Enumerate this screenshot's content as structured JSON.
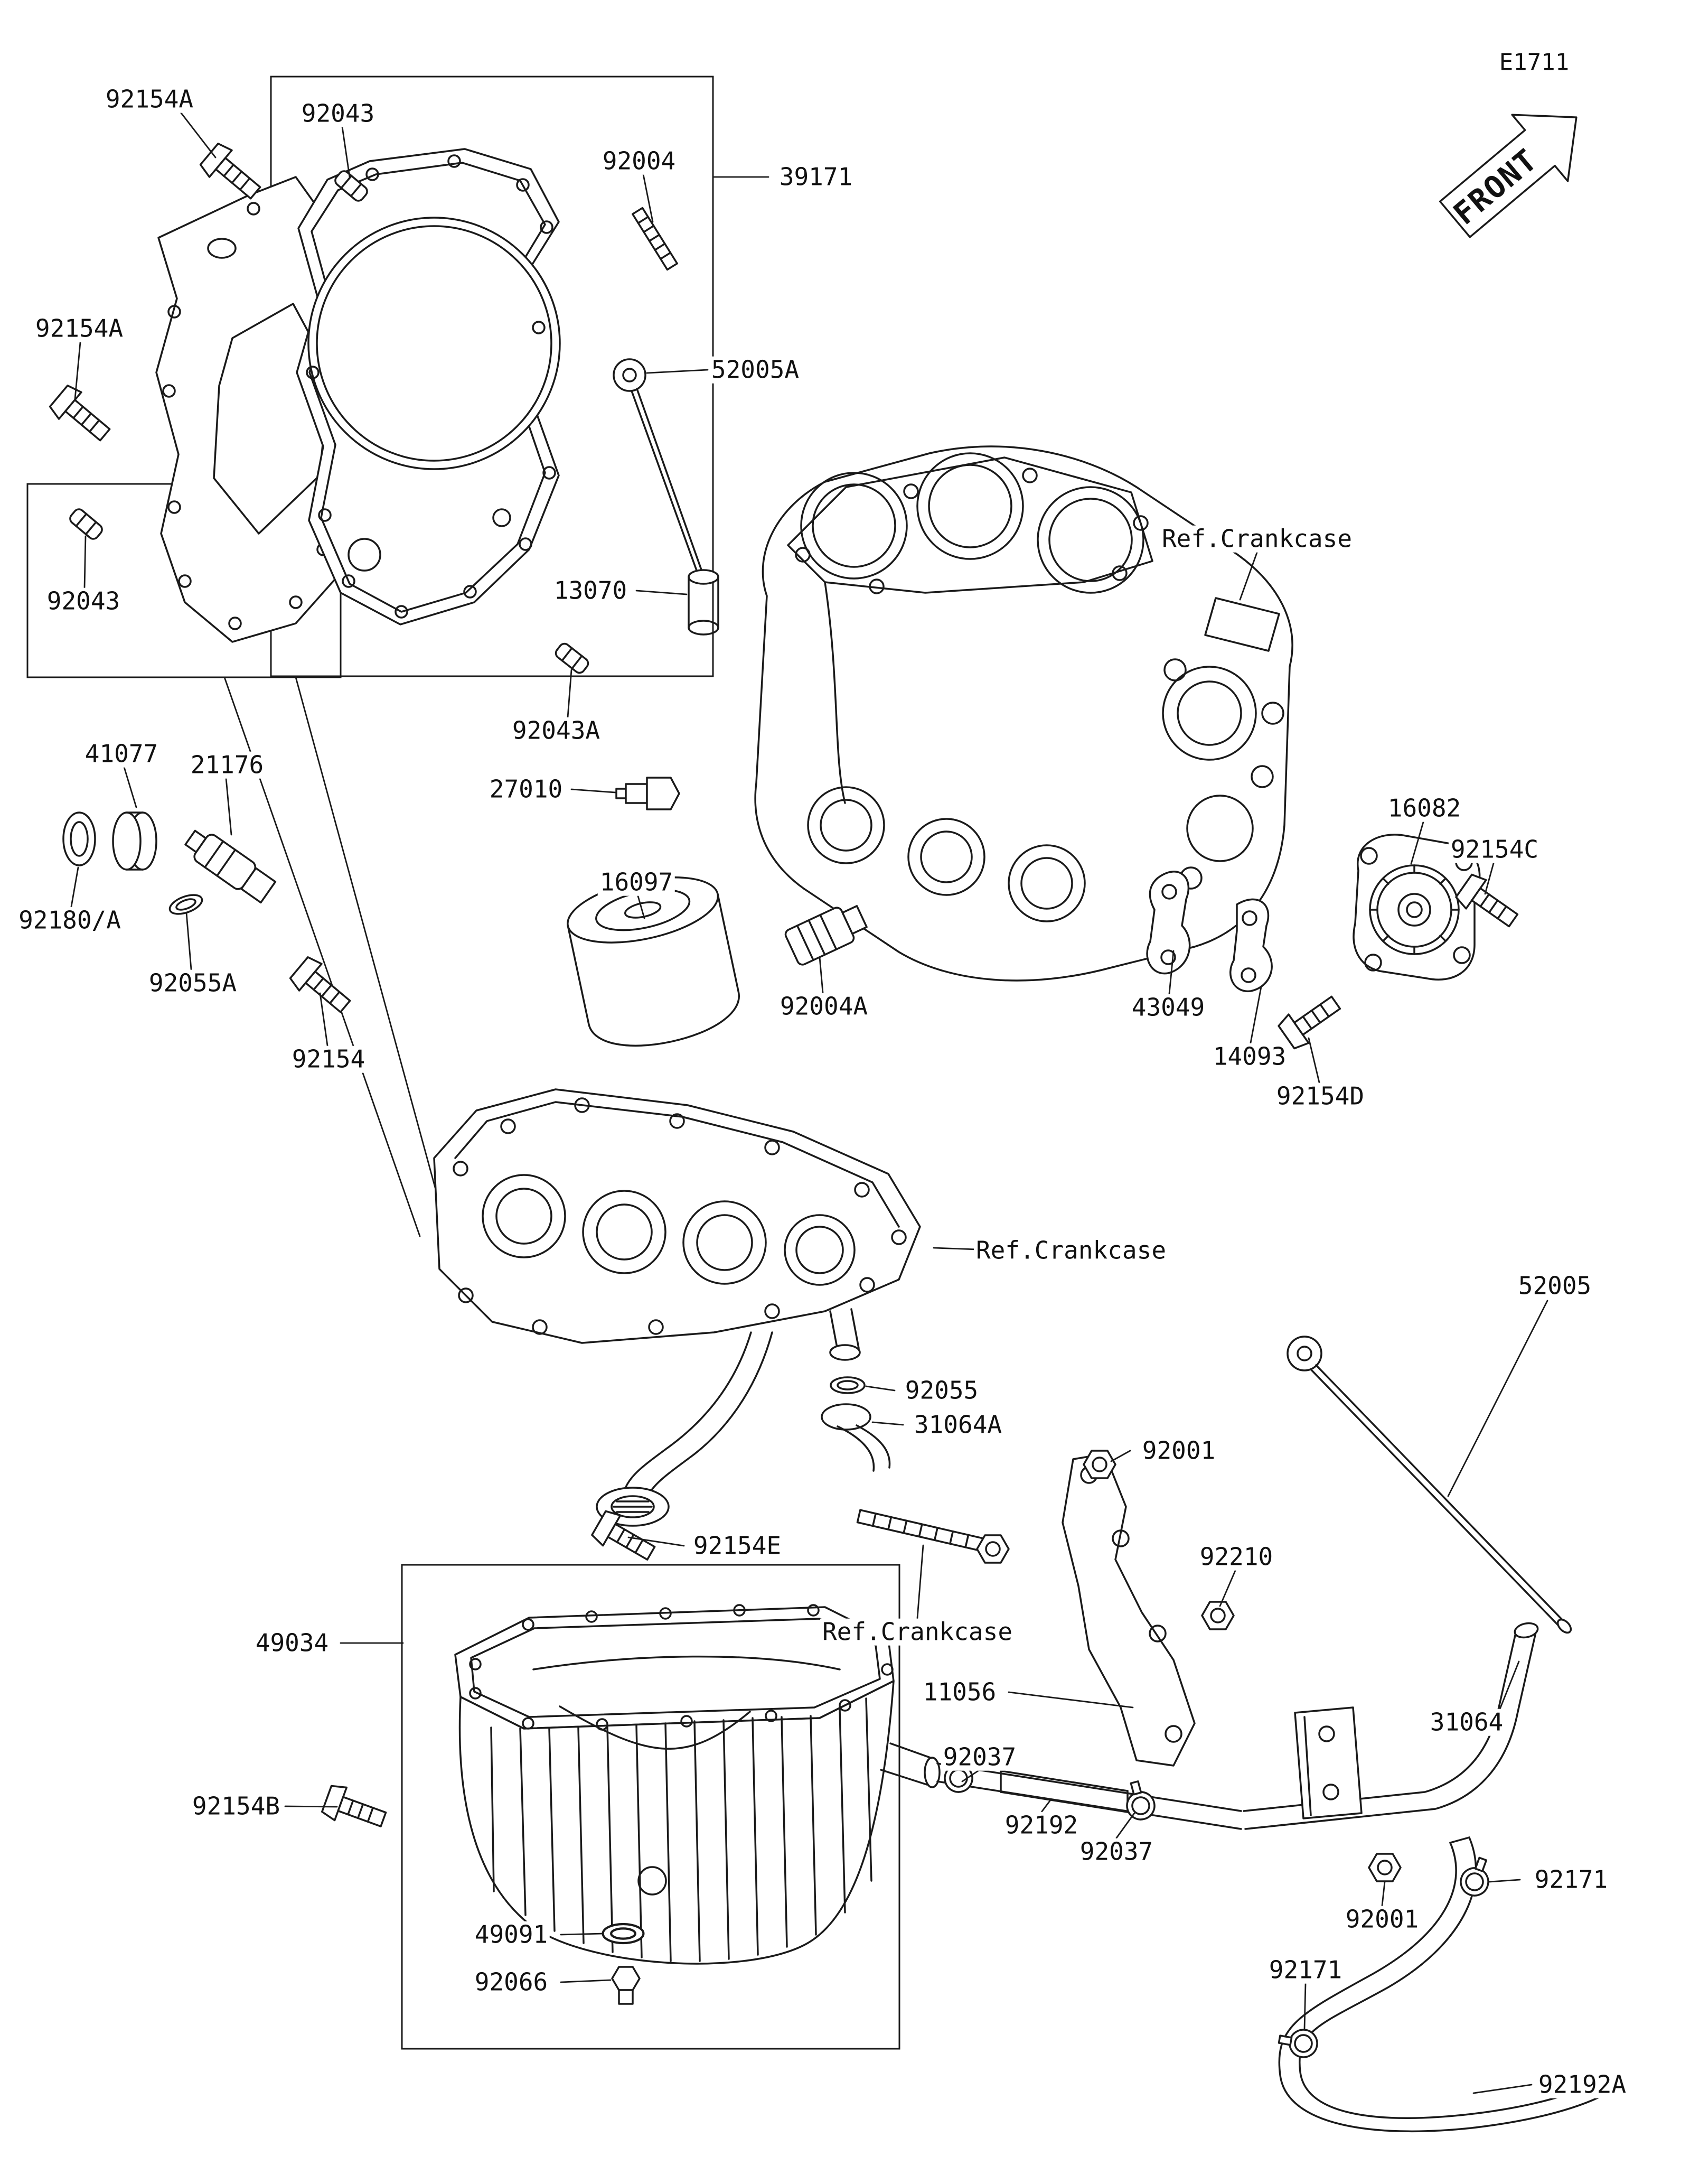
{
  "diagram": {
    "code": "E1711",
    "front": "FRONT",
    "ink_color": "#1a1a1a",
    "background_color": "#ffffff"
  },
  "labels": [
    {
      "text": "92154A"
    },
    {
      "text": "92043"
    },
    {
      "text": "92004"
    },
    {
      "text": "39171"
    },
    {
      "text": "92154A"
    },
    {
      "text": "52005A"
    },
    {
      "text": "92043"
    },
    {
      "text": "Ref.Crankcase"
    },
    {
      "text": "13070"
    },
    {
      "text": "92043A"
    },
    {
      "text": "27010"
    },
    {
      "text": "41077"
    },
    {
      "text": "21176"
    },
    {
      "text": "92180/A"
    },
    {
      "text": "92055A"
    },
    {
      "text": "16097"
    },
    {
      "text": "92004A"
    },
    {
      "text": "16082"
    },
    {
      "text": "92154C"
    },
    {
      "text": "43049"
    },
    {
      "text": "14093"
    },
    {
      "text": "92154D"
    },
    {
      "text": "92154"
    },
    {
      "text": "Ref.Crankcase"
    },
    {
      "text": "52005"
    },
    {
      "text": "92055"
    },
    {
      "text": "31064A"
    },
    {
      "text": "92001"
    },
    {
      "text": "92154E"
    },
    {
      "text": "92210"
    },
    {
      "text": "Ref.Crankcase"
    },
    {
      "text": "49034"
    },
    {
      "text": "11056"
    },
    {
      "text": "31064"
    },
    {
      "text": "92037"
    },
    {
      "text": "92192"
    },
    {
      "text": "92037"
    },
    {
      "text": "92154B"
    },
    {
      "text": "92171"
    },
    {
      "text": "92001"
    },
    {
      "text": "49091"
    },
    {
      "text": "92066"
    },
    {
      "text": "92171"
    },
    {
      "text": "92192A"
    }
  ]
}
